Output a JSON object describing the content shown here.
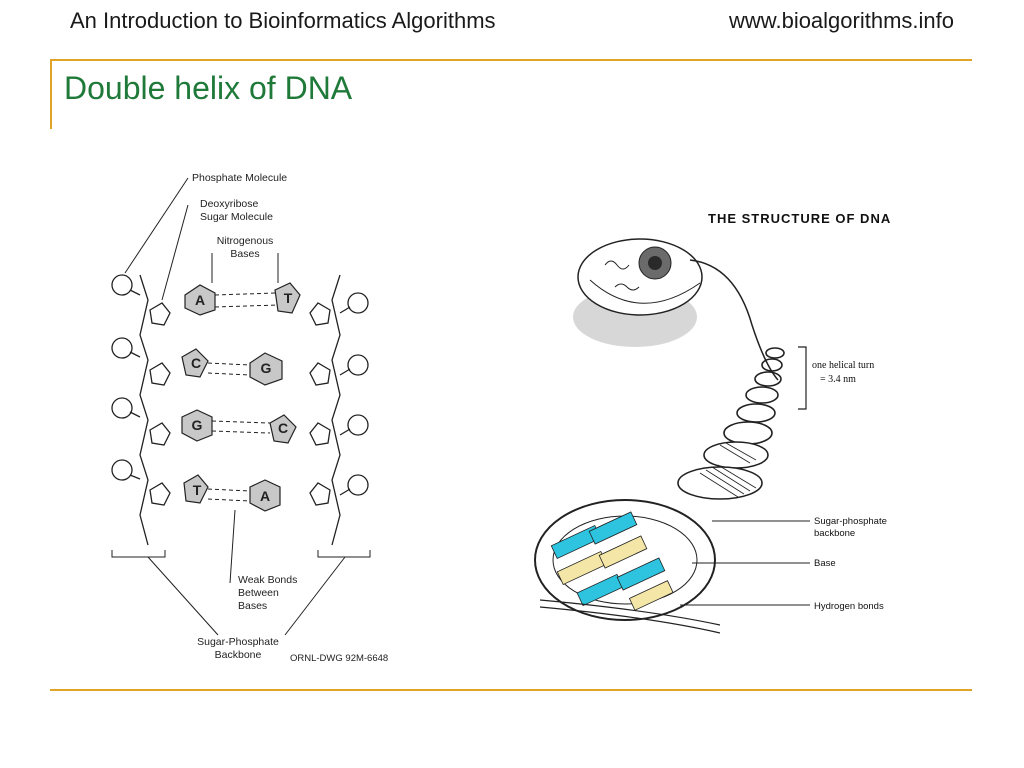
{
  "header": {
    "course_title": "An Introduction to Bioinformatics Algorithms",
    "website": "www.bioalgorithms.info"
  },
  "slide": {
    "title": "Double helix of DNA"
  },
  "left_diagram": {
    "labels": {
      "phosphate": "Phosphate Molecule",
      "deoxyribose_1": "Deoxyribose",
      "deoxyribose_2": "Sugar Molecule",
      "nitrogenous_1": "Nitrogenous",
      "nitrogenous_2": "Bases",
      "weak_1": "Weak Bonds",
      "weak_2": "Between",
      "weak_3": "Bases",
      "backbone_1": "Sugar-Phosphate",
      "backbone_2": "Backbone",
      "drawing_id": "ORNL-DWG 92M-6648"
    },
    "base_pairs": [
      {
        "left": "A",
        "right": "T"
      },
      {
        "left": "C",
        "right": "G"
      },
      {
        "left": "G",
        "right": "C"
      },
      {
        "left": "T",
        "right": "A"
      }
    ]
  },
  "right_diagram": {
    "title": "THE STRUCTURE OF DNA",
    "turn_1": "one helical turn",
    "turn_2": "= 3.4 nm",
    "backbone_1": "Sugar-phosphate",
    "backbone_2": "backbone",
    "base": "Base",
    "hbonds": "Hydrogen bonds"
  },
  "colors": {
    "accent_rule": "#e0a428",
    "title_green": "#1f7a3a",
    "base_cyan": "#2ec4e0",
    "base_yellow": "#f4e6a6"
  }
}
